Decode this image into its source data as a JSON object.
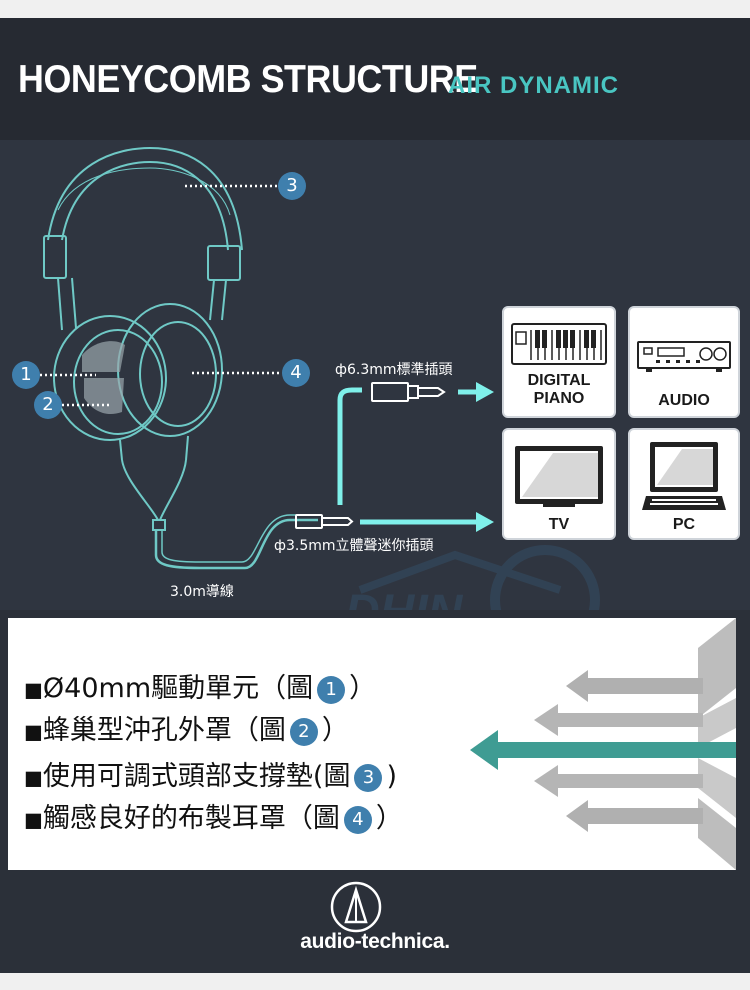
{
  "header": {
    "title": "HONEYCOMB STRUCTURE",
    "subtitle": "AIR  DYNAMIC"
  },
  "diagram": {
    "badges": [
      "1",
      "2",
      "3",
      "4"
    ],
    "plug_large_label": "ф6.3mm標準插頭",
    "plug_small_label": "ф3.5mm立體聲迷你插頭",
    "cable_label": "3.0m導線",
    "devices": [
      {
        "label_line1": "DIGITAL",
        "label_line2": "PIANO"
      },
      {
        "label_line1": "AUDIO"
      },
      {
        "label_line1": "TV"
      },
      {
        "label_line1": "PC"
      }
    ],
    "watermark": "DHIN"
  },
  "features": [
    {
      "text": "Ø40mm驅動單元（圖",
      "num": "1",
      "close": "）"
    },
    {
      "text": "蜂巢型沖孔外罩（圖",
      "num": "2",
      "close": "）"
    },
    {
      "text": "使用可調式頭部支撐墊(圖",
      "num": "3",
      "close": ")"
    },
    {
      "text": "觸感良好的布製耳罩（圖",
      "num": "4",
      "close": "）"
    }
  ],
  "footer": {
    "brand": "audio-technica."
  },
  "colors": {
    "background": "#2b3039",
    "accent_teal": "#49c6c2",
    "badge_blue": "#3f7fad",
    "connector_cyan": "#7ff0ea"
  }
}
